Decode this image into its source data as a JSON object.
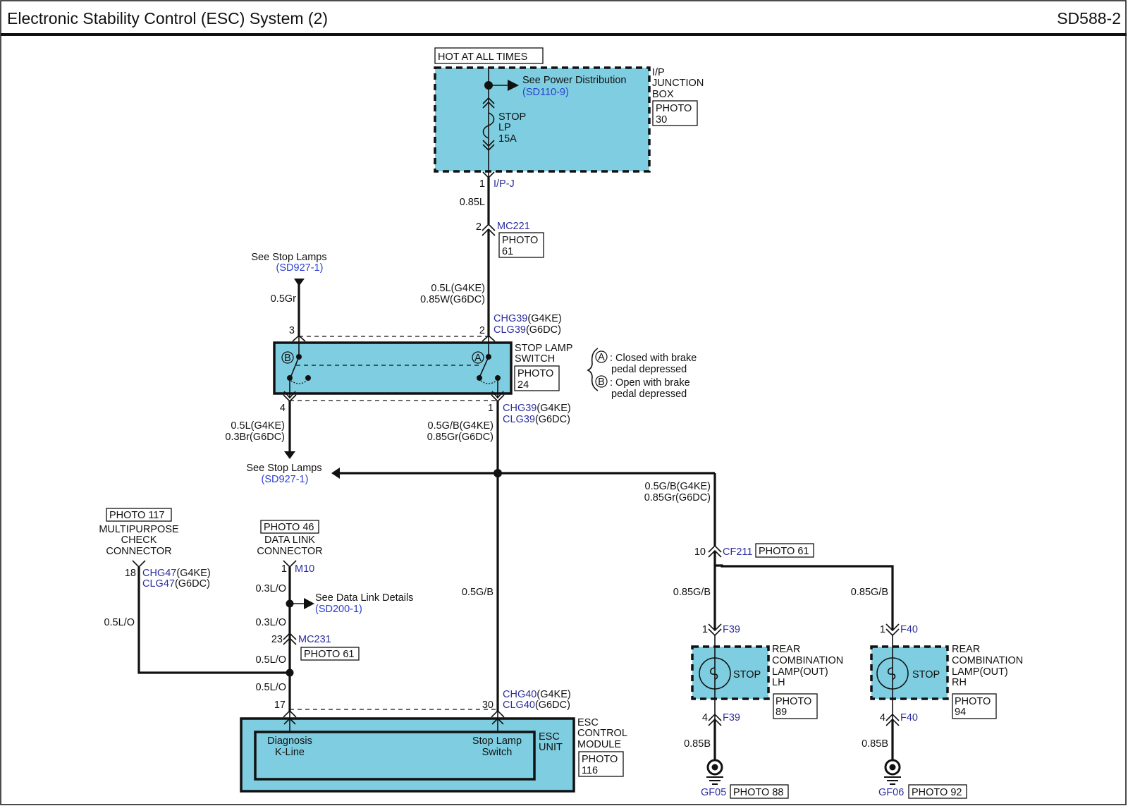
{
  "header": {
    "title": "Electronic Stability Control (ESC) System (2)",
    "page_code": "SD588-2"
  },
  "colors": {
    "component_fill": "#7ecde0",
    "connector_text": "#2b2f9e",
    "reference_link": "#2a3fd0"
  },
  "junction_box": {
    "hot_label": "HOT AT ALL TIMES",
    "name_lines": [
      "I/P",
      "JUNCTION",
      "BOX"
    ],
    "photo_lines": [
      "PHOTO",
      "30"
    ],
    "see_power": "See Power Distribution",
    "see_power_ref": "(SD110-9)",
    "fuse_lines": [
      "STOP",
      "LP",
      "15A"
    ],
    "pin": "1",
    "connector": "I/P-J"
  },
  "wires": {
    "ipj_to_mc221": "0.85L",
    "mc221_pin": "2",
    "mc221": "MC221",
    "mc221_photo": [
      "PHOTO",
      "61"
    ],
    "to_switch_pin2": [
      "0.5L(G4KE)",
      "0.85W(G6DC)"
    ],
    "stop_lamps_top": "0.5Gr",
    "see_stop_lamps": "See Stop Lamps",
    "see_stop_lamps_ref": "(SD927-1)",
    "pin4_wire": [
      "0.5L(G4KE)",
      "0.3Br(G6DC)"
    ],
    "pin1_wire": [
      "0.5G/B(G4KE)",
      "0.85Gr(G6DC)"
    ],
    "right_branch": [
      "0.5G/B(G4KE)",
      "0.85Gr(G6DC)"
    ],
    "esc_wire": "0.5G/B",
    "lh_wire": "0.85G/B",
    "rh_wire": "0.85G/B",
    "lh_ground_wire": "0.85B",
    "rh_ground_wire": "0.85B",
    "mpc_wire": "0.5L/O",
    "dlc_wire_1": "0.3L/O",
    "dlc_wire_2": "0.3L/O",
    "dlc_wire_3": "0.5L/O",
    "dlc_wire_4": "0.5L/O"
  },
  "stop_lamp_switch": {
    "name_lines": [
      "STOP LAMP",
      "SWITCH"
    ],
    "photo_lines": [
      "PHOTO",
      "24"
    ],
    "pin_top_left": "3",
    "pin_top_right": "2",
    "pin_bottom_left": "4",
    "pin_bottom_right": "1",
    "top_conn": [
      {
        "code": "CHG39",
        "variant": "(G4KE)"
      },
      {
        "code": "CLG39",
        "variant": "(G6DC)"
      }
    ],
    "bottom_conn": [
      {
        "code": "CHG39",
        "variant": "(G4KE)"
      },
      {
        "code": "CLG39",
        "variant": "(G6DC)"
      }
    ],
    "contact_a": "A",
    "contact_b": "B",
    "legend_a": [
      ": Closed with brake",
      "pedal depressed"
    ],
    "legend_b": [
      ": Open with brake",
      "pedal depressed"
    ]
  },
  "multipurpose": {
    "photo": "PHOTO 117",
    "name_lines": [
      "MULTIPURPOSE",
      "CHECK",
      "CONNECTOR"
    ],
    "pin": "18",
    "conn": [
      {
        "code": "CHG47",
        "variant": "(G4KE)"
      },
      {
        "code": "CLG47",
        "variant": "(G6DC)"
      }
    ]
  },
  "data_link": {
    "photo": "PHOTO 46",
    "name_lines": [
      "DATA LINK",
      "CONNECTOR"
    ],
    "pin": "1",
    "conn": "M10",
    "see_details": "See Data Link Details",
    "see_details_ref": "(SD200-1)",
    "mc231_pin": "23",
    "mc231": "MC231",
    "mc231_photo": "PHOTO 61"
  },
  "esc_module": {
    "name_lines": [
      "ESC",
      "CONTROL",
      "MODULE"
    ],
    "photo_lines": [
      "PHOTO",
      "116"
    ],
    "unit_lines": [
      "ESC",
      "UNIT"
    ],
    "diag_lines": [
      "Diagnosis",
      "K-Line"
    ],
    "stop_lines": [
      "Stop Lamp",
      "Switch"
    ],
    "pin_left": "17",
    "pin_right": "30",
    "conn": [
      {
        "code": "CHG40",
        "variant": "(G4KE)"
      },
      {
        "code": "CLG40",
        "variant": "(G6DC)"
      }
    ]
  },
  "cf211": {
    "pin": "10",
    "code": "CF211",
    "photo": "PHOTO 61"
  },
  "lamp_lh": {
    "pin_top": "1",
    "conn_top": "F39",
    "pin_bottom": "4",
    "conn_bottom": "F39",
    "label": "STOP",
    "name_lines": [
      "REAR",
      "COMBINATION",
      "LAMP(OUT)",
      "LH"
    ],
    "photo_lines": [
      "PHOTO",
      "89"
    ],
    "ground": "GF05",
    "ground_photo": "PHOTO 88"
  },
  "lamp_rh": {
    "pin_top": "1",
    "conn_top": "F40",
    "pin_bottom": "4",
    "conn_bottom": "F40",
    "label": "STOP",
    "name_lines": [
      "REAR",
      "COMBINATION",
      "LAMP(OUT)",
      "RH"
    ],
    "photo_lines": [
      "PHOTO",
      "94"
    ],
    "ground": "GF06",
    "ground_photo": "PHOTO 92"
  }
}
